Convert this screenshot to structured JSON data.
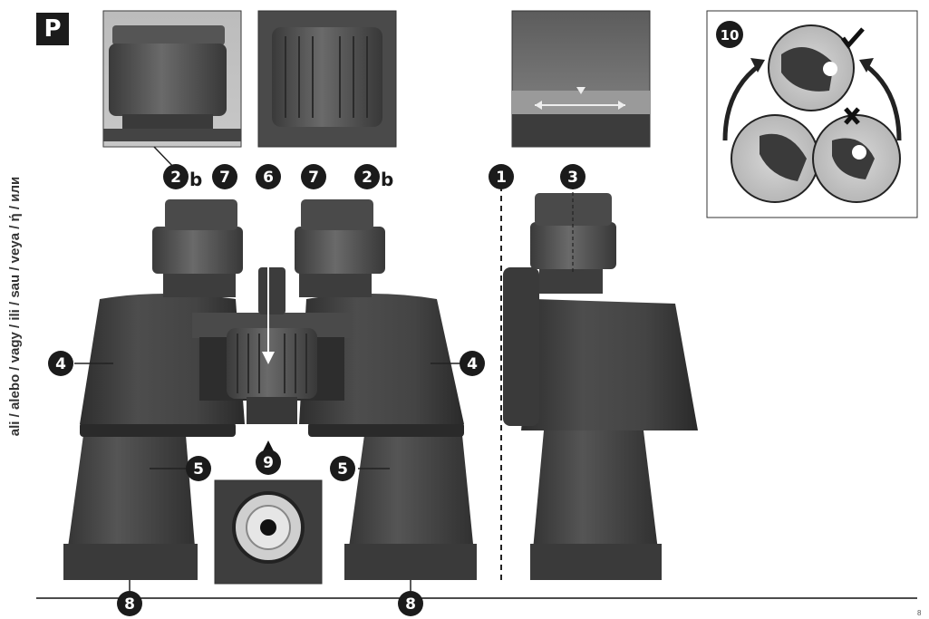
{
  "panel_label": "P",
  "side_text": "ali / alebo / vagy / ili / sau / veya / ή / или",
  "page_number": "8",
  "colors": {
    "body_dark": "#3c3c3c",
    "body_mid": "#4a4a4a",
    "callout": "#1b1b1b",
    "line": "#222222"
  },
  "callouts": [
    {
      "id": "c2b-left",
      "num": "2",
      "sub": "b"
    },
    {
      "id": "c7-left",
      "num": "7"
    },
    {
      "id": "c6",
      "num": "6"
    },
    {
      "id": "c7-right",
      "num": "7"
    },
    {
      "id": "c2b-right",
      "num": "2",
      "sub": "b"
    },
    {
      "id": "c1",
      "num": "1"
    },
    {
      "id": "c3",
      "num": "3"
    },
    {
      "id": "c4-left",
      "num": "4"
    },
    {
      "id": "c4-right",
      "num": "4"
    },
    {
      "id": "c5-left",
      "num": "5"
    },
    {
      "id": "c5-right",
      "num": "5"
    },
    {
      "id": "c9",
      "num": "9"
    },
    {
      "id": "c8-left",
      "num": "8"
    },
    {
      "id": "c8-right",
      "num": "8"
    },
    {
      "id": "c10",
      "num": "10"
    }
  ],
  "detail_icons": {
    "correct": "check-mark-icon",
    "incorrect": "cross-mark-icon"
  }
}
